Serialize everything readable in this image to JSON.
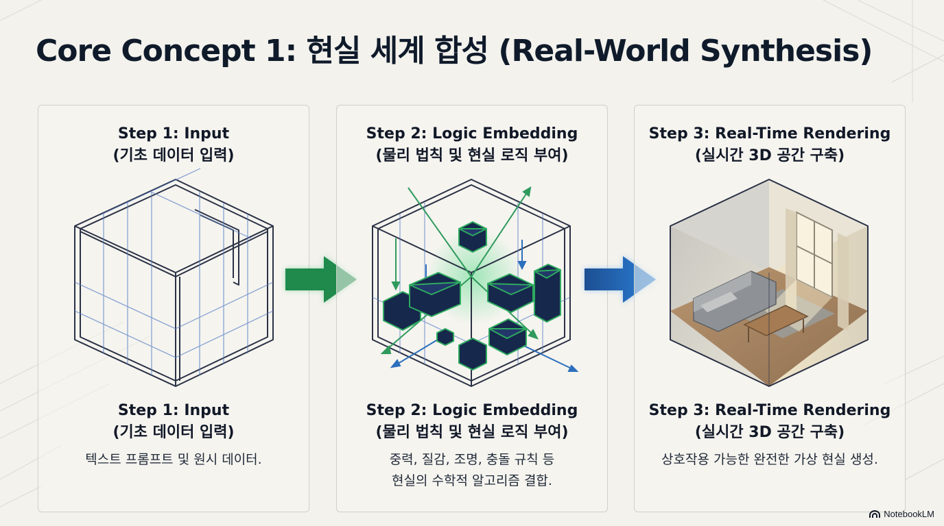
{
  "title": "Core Concept 1: 현실 세계 합성 (Real-World Synthesis)",
  "steps": [
    {
      "heading_line1": "Step 1: Input",
      "heading_line2": "(기초 데이터 입력)",
      "desc_line1": "텍스트 프롬프트 및 원시 데이터.",
      "desc_line2": "",
      "illustration": "wireframe-cube-icon"
    },
    {
      "heading_line1": "Step 2: Logic Embedding",
      "heading_line2": "(물리 법칙 및 현실 로직 부여)",
      "desc_line1": "중력, 질감, 조명, 충돌 규칙 등",
      "desc_line2": "현실의 수학적 알고리즘 결합.",
      "illustration": "physics-blocks-icon"
    },
    {
      "heading_line1": "Step 3: Real-Time Rendering",
      "heading_line2": "(실시간 3D 공간 구축)",
      "desc_line1": "상호작용 가능한 완전한 가상 현실 생성.",
      "desc_line2": "",
      "illustration": "rendered-room-icon"
    }
  ],
  "arrows": [
    "green-arrow-icon",
    "blue-arrow-icon"
  ],
  "brand": "NotebookLM",
  "colors": {
    "background": "#f3f2ed",
    "green": "#1f8a4c",
    "blue": "#1f5fa8",
    "navy": "#14223f",
    "title": "#0f1a2a"
  }
}
